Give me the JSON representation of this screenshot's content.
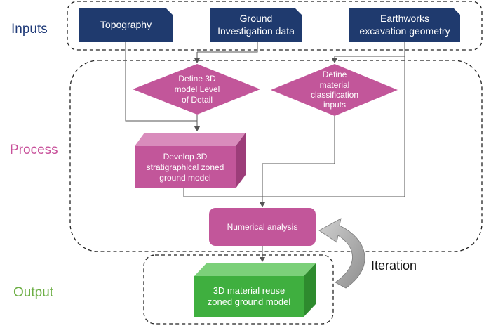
{
  "sections": {
    "inputs": "Inputs",
    "process": "Process",
    "output": "Output"
  },
  "nodes": {
    "topography": "Topography",
    "ground_investigation": "Ground\nInvestigation data",
    "earthworks": "Earthworks\nexcavation geometry",
    "define_lod": "Define 3D\nmodel Level\nof Detail",
    "define_material": "Define\nmaterial\nclassification\ninputs",
    "develop_model": "Develop 3D\nstratigraphical zoned\nground model",
    "numerical_analysis": "Numerical analysis",
    "output_model": "3D material reuse\nzoned ground model"
  },
  "iteration_label": "Iteration",
  "colors": {
    "navy": "#1f3a6e",
    "inputs_text": "#1f3a78",
    "magenta": "#c2569a",
    "process_text": "#c8509a",
    "green": "#3faf3f",
    "output_text": "#6cae44",
    "arrow_grey": "#a6a6a6"
  }
}
